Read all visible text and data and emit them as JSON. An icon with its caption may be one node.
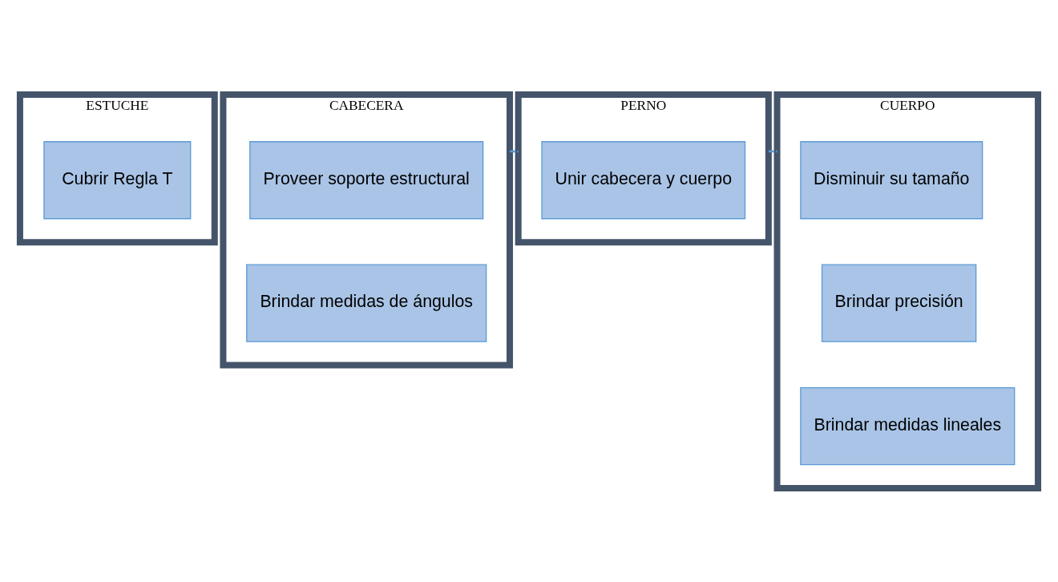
{
  "diagram": {
    "nodes": [
      {
        "text": [
          "ESTUCHE"
        ]
      },
      {
        "text": [
          "Cubrir Regla T"
        ],
        "in": 0
      },
      {
        "text": [
          "CABECERA"
        ]
      },
      {
        "text": [
          "Proveer soporte estructural"
        ],
        "in": 2
      },
      {
        "text": [
          "Brindar medidas de ángulos"
        ],
        "in": 2
      },
      {
        "text": [
          "PERNO"
        ]
      },
      {
        "text": [
          "Unir cabecera y cuerpo"
        ],
        "in": 5
      },
      {
        "text": [
          "CUERPO"
        ]
      },
      {
        "text": [
          "Disminuir su tamaño"
        ],
        "in": 7
      },
      {
        "text": [
          "Brindar precisión"
        ],
        "in": 7
      },
      {
        "text": [
          "Brindar medidas lineales"
        ],
        "in": 7
      }
    ],
    "edges": [
      {
        "from": 2,
        "to": 5,
        "arrow": "none",
        "style": "dashed"
      },
      {
        "from": 5,
        "to": 7,
        "arrow": "none",
        "style": "dashed"
      }
    ]
  }
}
